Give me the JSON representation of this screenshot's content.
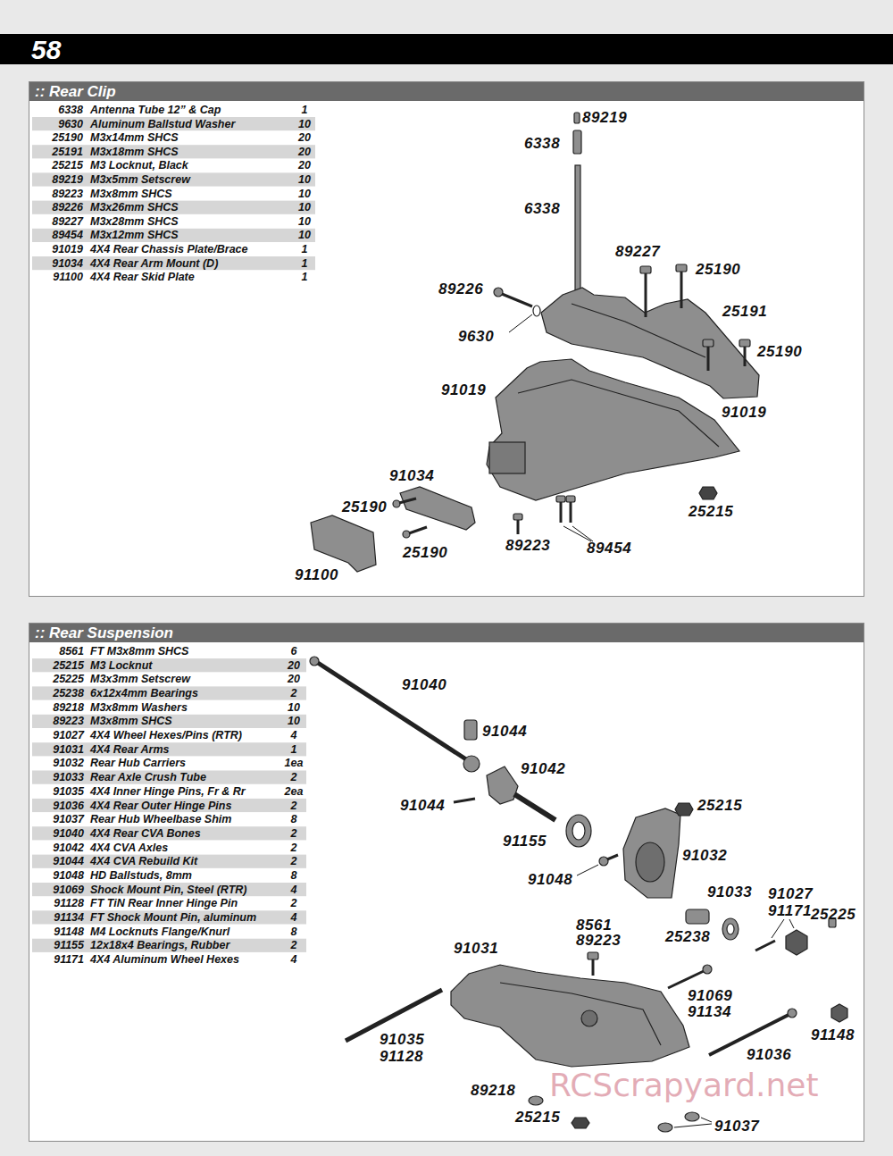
{
  "diagram": {
    "nodes": [
      {
        "text": [
          ":: Rear Clip"
        ]
      },
      {
        "text": [
          ":: Rear Suspension"
        ]
      }
    ],
    "labels": [
      "58",
      "6338",
      "Antenna Tube 12” & Cap",
      "1",
      "9630",
      "Aluminum Ballstud Washer",
      "10",
      "25190",
      "M3x14mm SHCS",
      "20",
      "25191",
      "M3x18mm SHCS",
      "20",
      "25215",
      "M3 Locknut, Black",
      "20",
      "89219",
      "M3x5mm Setscrew",
      "10",
      "89223",
      "M3x8mm SHCS",
      "10",
      "89226",
      "M3x26mm SHCS",
      "10",
      "89227",
      "M3x28mm SHCS",
      "10",
      "89454",
      "M3x12mm SHCS",
      "10",
      "91019",
      "4X4 Rear Chassis Plate/Brace",
      "1",
      "91034",
      "4X4 Rear Arm Mount (D)",
      "1",
      "91100",
      "4X4 Rear Skid Plate",
      "1",
      "89219",
      "6338",
      "6338",
      "89227",
      "25190",
      "89226",
      "25191",
      "9630",
      "25190",
      "91019",
      "91019",
      "91034",
      "25190",
      "25215",
      "25190",
      "89223",
      "89454",
      "91100",
      "8561",
      "FT M3x8mm SHCS",
      "6",
      "25215",
      "M3 Locknut",
      "20",
      "25225",
      "M3x3mm Setscrew",
      "20",
      "25238",
      "6x12x4mm Bearings",
      "2",
      "89218",
      "M3x8mm Washers",
      "10",
      "89223",
      "M3x8mm SHCS",
      "10",
      "91027",
      "4X4 Wheel Hexes/Pins (RTR)",
      "4",
      "91031",
      "4X4 Rear Arms",
      "1",
      "91032",
      "Rear Hub Carriers",
      "1ea",
      "91033",
      "Rear Axle Crush Tube",
      "2",
      "91035",
      "4X4 Inner Hinge Pins, Fr & Rr",
      "2ea",
      "91036",
      "4X4 Rear Outer Hinge Pins",
      "2",
      "91037",
      "Rear Hub Wheelbase Shim",
      "8",
      "91040",
      "4X4 Rear CVA Bones",
      "2",
      "91042",
      "4X4 CVA Axles",
      "2",
      "91044",
      "4X4 CVA Rebuild Kit",
      "2",
      "91048",
      "HD Ballstuds, 8mm",
      "8",
      "91069",
      "Shock Mount Pin, Steel (RTR)",
      "4",
      "91128",
      "FT TiN Rear Inner Hinge Pin",
      "2",
      "91134",
      "FT Shock Mount Pin, aluminum",
      "4",
      "91148",
      "M4 Locknuts Flange/Knurl",
      "8",
      "91155",
      "12x18x4 Bearings, Rubber",
      "2",
      "91171",
      "4X4 Aluminum Wheel Hexes",
      "4",
      "91040",
      "91044",
      "91042",
      "91044",
      "25215",
      "91155",
      "91032",
      "91048",
      "91033",
      "91027",
      "8561",
      "91171",
      "25225",
      "89223",
      "25238",
      "91031",
      "91069",
      "91134",
      "91148",
      "91035",
      "91128",
      "91036",
      "89218",
      "25215",
      "91037",
      "RCScrapyard.net"
    ]
  }
}
